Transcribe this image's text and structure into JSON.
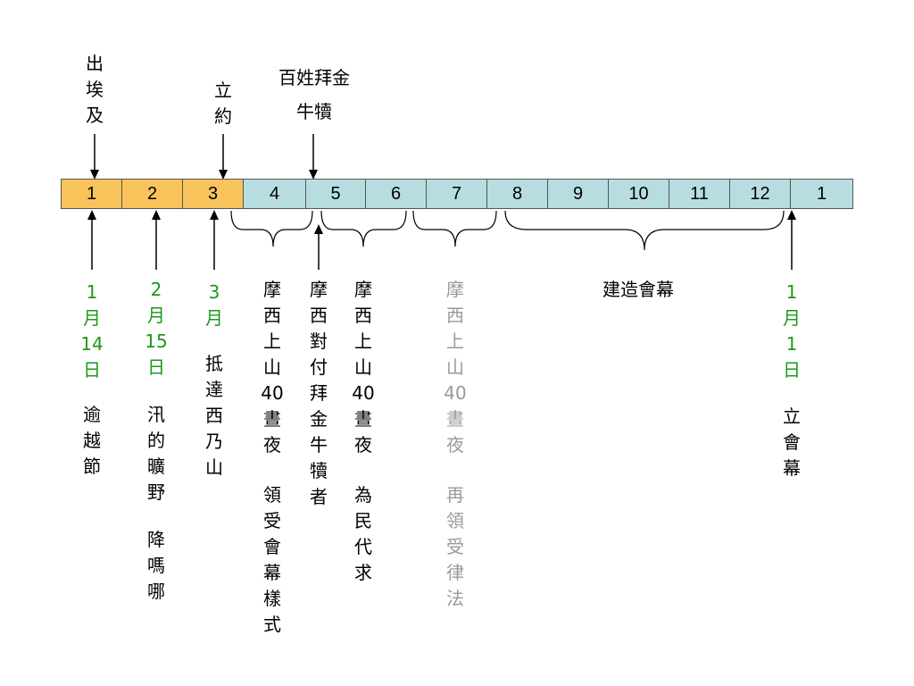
{
  "colors": {
    "month_past": "#F9C35B",
    "month_future": "#B7DDE0",
    "date_text": "#1A9A1A",
    "faded_text": "#9A9A9A",
    "line": "#000000"
  },
  "timeline": {
    "months": [
      "1",
      "2",
      "3",
      "4",
      "5",
      "6",
      "7",
      "8",
      "9",
      "10",
      "11",
      "12",
      "1"
    ],
    "highlighted_count": 3
  },
  "top_labels": {
    "exodus": [
      "出",
      "埃",
      "及"
    ],
    "covenant": [
      "立",
      "約"
    ],
    "golden_calf": [
      "百姓拜",
      "金牛犢"
    ]
  },
  "bottom_labels": {
    "date_1_14": [
      "1",
      "月",
      "14",
      "日"
    ],
    "passover": [
      "逾",
      "越",
      "節"
    ],
    "date_2_15": [
      "2",
      "月",
      "15",
      "日"
    ],
    "manna": [
      "汛",
      "的",
      "曠",
      "野"
    ],
    "manna2": [
      "降",
      "嗎",
      "哪"
    ],
    "date_3": [
      "3",
      "月"
    ],
    "sinai": [
      "抵",
      "達",
      "西",
      "乃",
      "山"
    ],
    "moses_40_a": [
      "摩",
      "西",
      "上",
      "山",
      "40",
      "晝",
      "夜"
    ],
    "pattern": [
      "領",
      "受",
      "會",
      "幕",
      "樣",
      "式"
    ],
    "moses_deals": [
      "摩",
      "西",
      "對",
      "付",
      "拜",
      "金",
      "牛",
      "犢",
      "者"
    ],
    "moses_40_b": [
      "摩",
      "西",
      "上",
      "山",
      "40",
      "晝",
      "夜"
    ],
    "intercede": [
      "為",
      "民",
      "代",
      "求"
    ],
    "moses_40_c": [
      "摩",
      "西",
      "上",
      "山",
      "40",
      "晝",
      "夜"
    ],
    "law": [
      "再",
      "領",
      "受",
      "律",
      "法"
    ],
    "build": "建造會幕",
    "date_1_1": [
      "1",
      "月",
      "1",
      "日"
    ],
    "erect": [
      "立",
      "會",
      "幕"
    ]
  }
}
